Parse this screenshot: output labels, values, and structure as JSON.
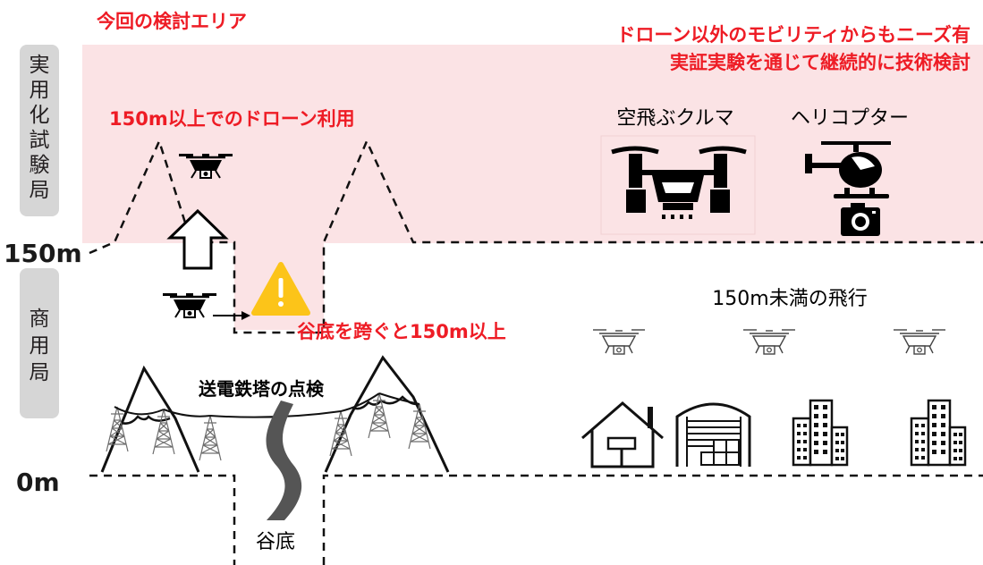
{
  "colors": {
    "highlight_band": "#fbe3e5",
    "emphasis_red": "#ee1c25",
    "side_label_bg": "#d6d6d6",
    "warning_yellow": "#fcc419",
    "river": "#555555"
  },
  "labels": {
    "study_area": "今回の検討エリア",
    "needs_line1": "ドローン以外のモビリティからもニーズ有",
    "needs_line2": "実証実験を通じて継続的に技術検討",
    "above_150m_use": "150m以上でのドローン利用",
    "flying_car": "空飛ぶクルマ",
    "helicopter": "ヘリコプター",
    "under_150m_flight": "150m未満の飛行",
    "valley_crossing": "谷底を跨ぐと150m以上",
    "tower_inspection": "送電鉄塔の点検",
    "valley_floor": "谷底"
  },
  "altitude_marks": {
    "h150": "150m",
    "h0": "0m"
  },
  "side_labels": {
    "upper": [
      "実",
      "用",
      "化",
      "試",
      "験",
      "局"
    ],
    "lower": [
      "商",
      "用",
      "局"
    ]
  },
  "icons": [
    "drone-icon",
    "up-arrow-icon",
    "warning-icon",
    "flying-car-icon",
    "helicopter-icon",
    "camera-icon",
    "house-icon",
    "warehouse-icon",
    "building-icon",
    "mountain-icon",
    "transmission-tower-icon",
    "river-icon"
  ]
}
